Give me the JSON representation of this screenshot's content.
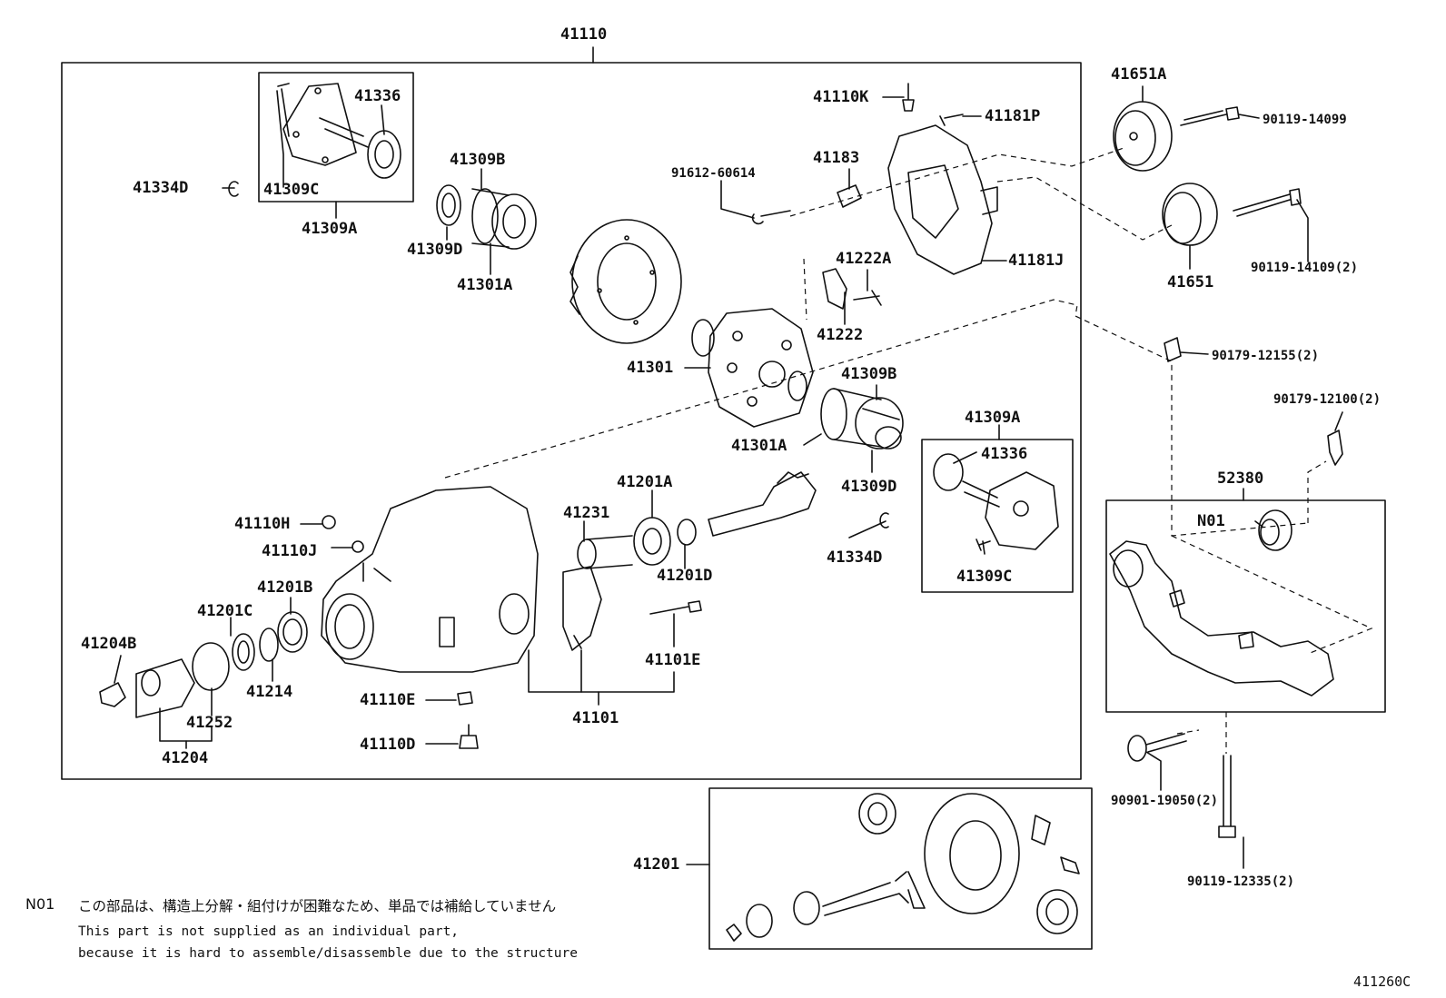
{
  "figure_code": "411260C",
  "footnote": {
    "code": "N01",
    "japanese": "この部品は、構造上分解・組付けが困難なため、単品では補給していません",
    "english_line1": "This part is not supplied as an individual part,",
    "english_line2": "because it is hard to assemble/disassemble due to the structure"
  },
  "parts": {
    "p41110": "41110",
    "p41336a": "41336",
    "p41309Ca": "41309C",
    "p41309Aa": "41309A",
    "p41334Da": "41334D",
    "p41309B_a": "41309B",
    "p41309D_a": "41309D",
    "p41301A_a": "41301A",
    "p91612": "91612-60614",
    "p41183": "41183",
    "p41110K": "41110K",
    "p41181P": "41181P",
    "p41181J": "41181J",
    "p41222A": "41222A",
    "p41222": "41222",
    "p41301": "41301",
    "p41309B_b": "41309B",
    "p41301A_b": "41301A",
    "p41309D_b": "41309D",
    "p41309A_b": "41309A",
    "p41336b": "41336",
    "p41309C_b": "41309C",
    "p41334D_b": "41334D",
    "p41201A": "41201A",
    "p41231": "41231",
    "p41201D": "41201D",
    "p41110H": "41110H",
    "p41110J": "41110J",
    "p41201B": "41201B",
    "p41201C": "41201C",
    "p41204B": "41204B",
    "p41214": "41214",
    "p41252": "41252",
    "p41204": "41204",
    "p41110E": "41110E",
    "p41110D": "41110D",
    "p41101E": "41101E",
    "p41101": "41101",
    "p41201": "41201",
    "p41651A": "41651A",
    "p90119_14099": "90119-14099",
    "p41651": "41651",
    "p90119_14109": "90119-14109(2)",
    "p90179_12155": "90179-12155(2)",
    "p90179_12100": "90179-12100(2)",
    "p52380": "52380",
    "pN01": "N01",
    "p90901_19050": "90901-19050(2)",
    "p90119_12335": "90119-12335(2)"
  }
}
